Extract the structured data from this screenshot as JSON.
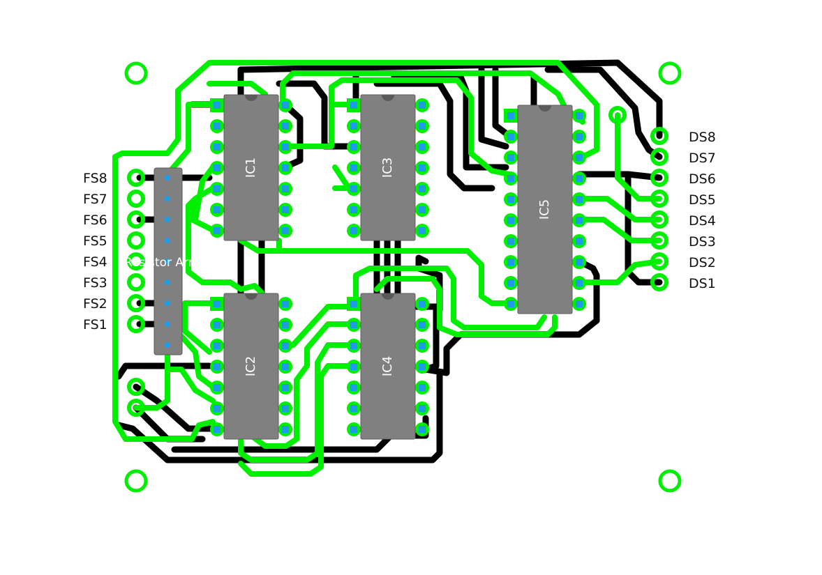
{
  "colors": {
    "top_trace": "#00ee00",
    "bottom_trace": "#000000",
    "chip_body": "#808080",
    "pad_ring": "#00ee00",
    "pad_center": "#1e9be6"
  },
  "components": {
    "resistor_array": "Resistor Array",
    "chips": [
      "IC1",
      "IC2",
      "IC3",
      "IC4",
      "IC5"
    ]
  },
  "connectors": {
    "left": [
      "FS8",
      "FS7",
      "FS6",
      "FS5",
      "FS4",
      "FS3",
      "FS2",
      "FS1"
    ],
    "right": [
      "DS8",
      "DS7",
      "DS6",
      "DS5",
      "DS4",
      "DS3",
      "DS2",
      "DS1"
    ]
  }
}
